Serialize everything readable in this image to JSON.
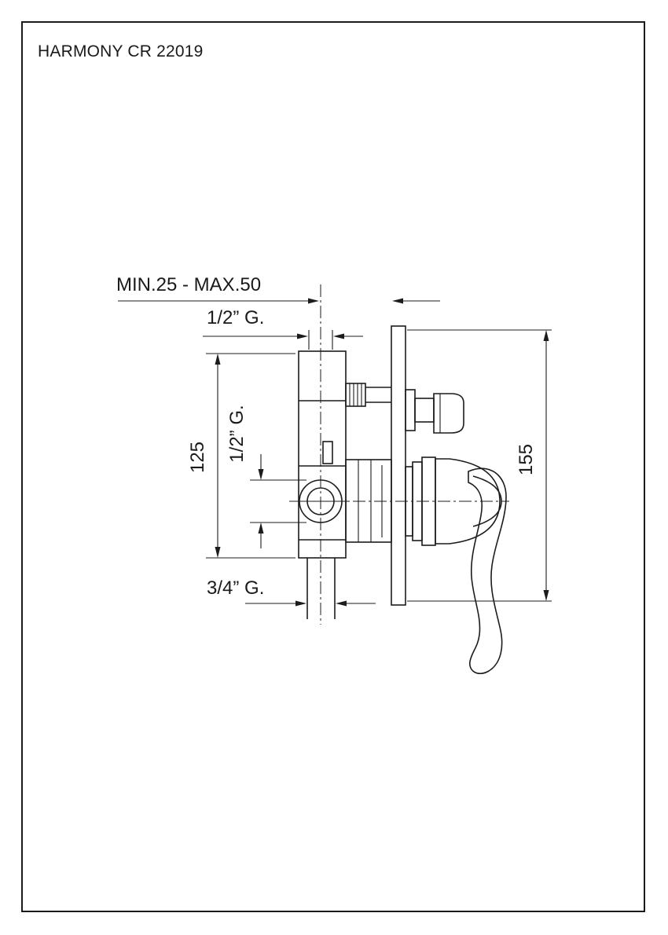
{
  "page": {
    "title": "HARMONY CR 22019"
  },
  "drawing": {
    "labels": {
      "depth_range": "MIN.25 - MAX.50",
      "top_connection": "1/2” G.",
      "body_height": "125",
      "side_connection": "1/2” G.",
      "plate_height": "155",
      "bottom_connection": "3/4” G."
    }
  }
}
